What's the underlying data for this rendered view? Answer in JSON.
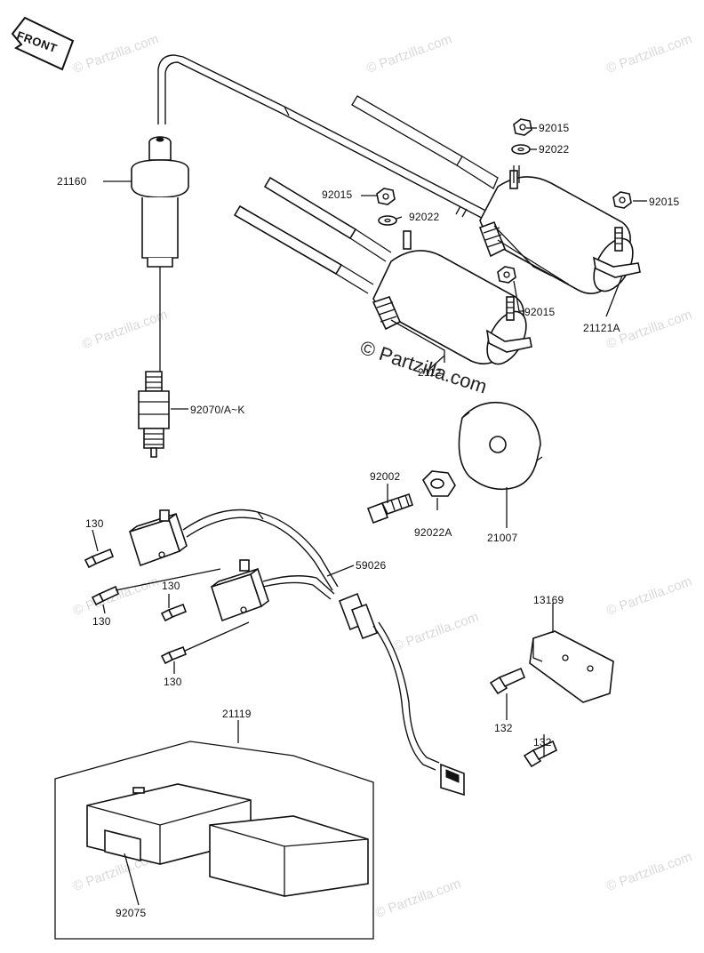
{
  "front_indicator": "FRONT",
  "watermark": {
    "text": "© Partzilla.com",
    "center_text": "© Partzilla.com"
  },
  "labels": {
    "l21160": "21160",
    "l92015_a": "92015",
    "l92022_a": "92022",
    "l92015_b": "92015",
    "l92015_c": "92015",
    "l92022_b": "92022",
    "l92015_d": "92015",
    "l21121a": "21121A",
    "l2112x": "2112",
    "l92070": "92070/A~K",
    "l92002": "92002",
    "l92022a": "92022A",
    "l21007": "21007",
    "l130_a": "130",
    "l130_b": "130",
    "l130_c": "130",
    "l130_d": "130",
    "l59026": "59026",
    "l13169": "13169",
    "l132_a": "132",
    "l132_b": "132",
    "l21119": "21119",
    "l92075": "92075"
  }
}
